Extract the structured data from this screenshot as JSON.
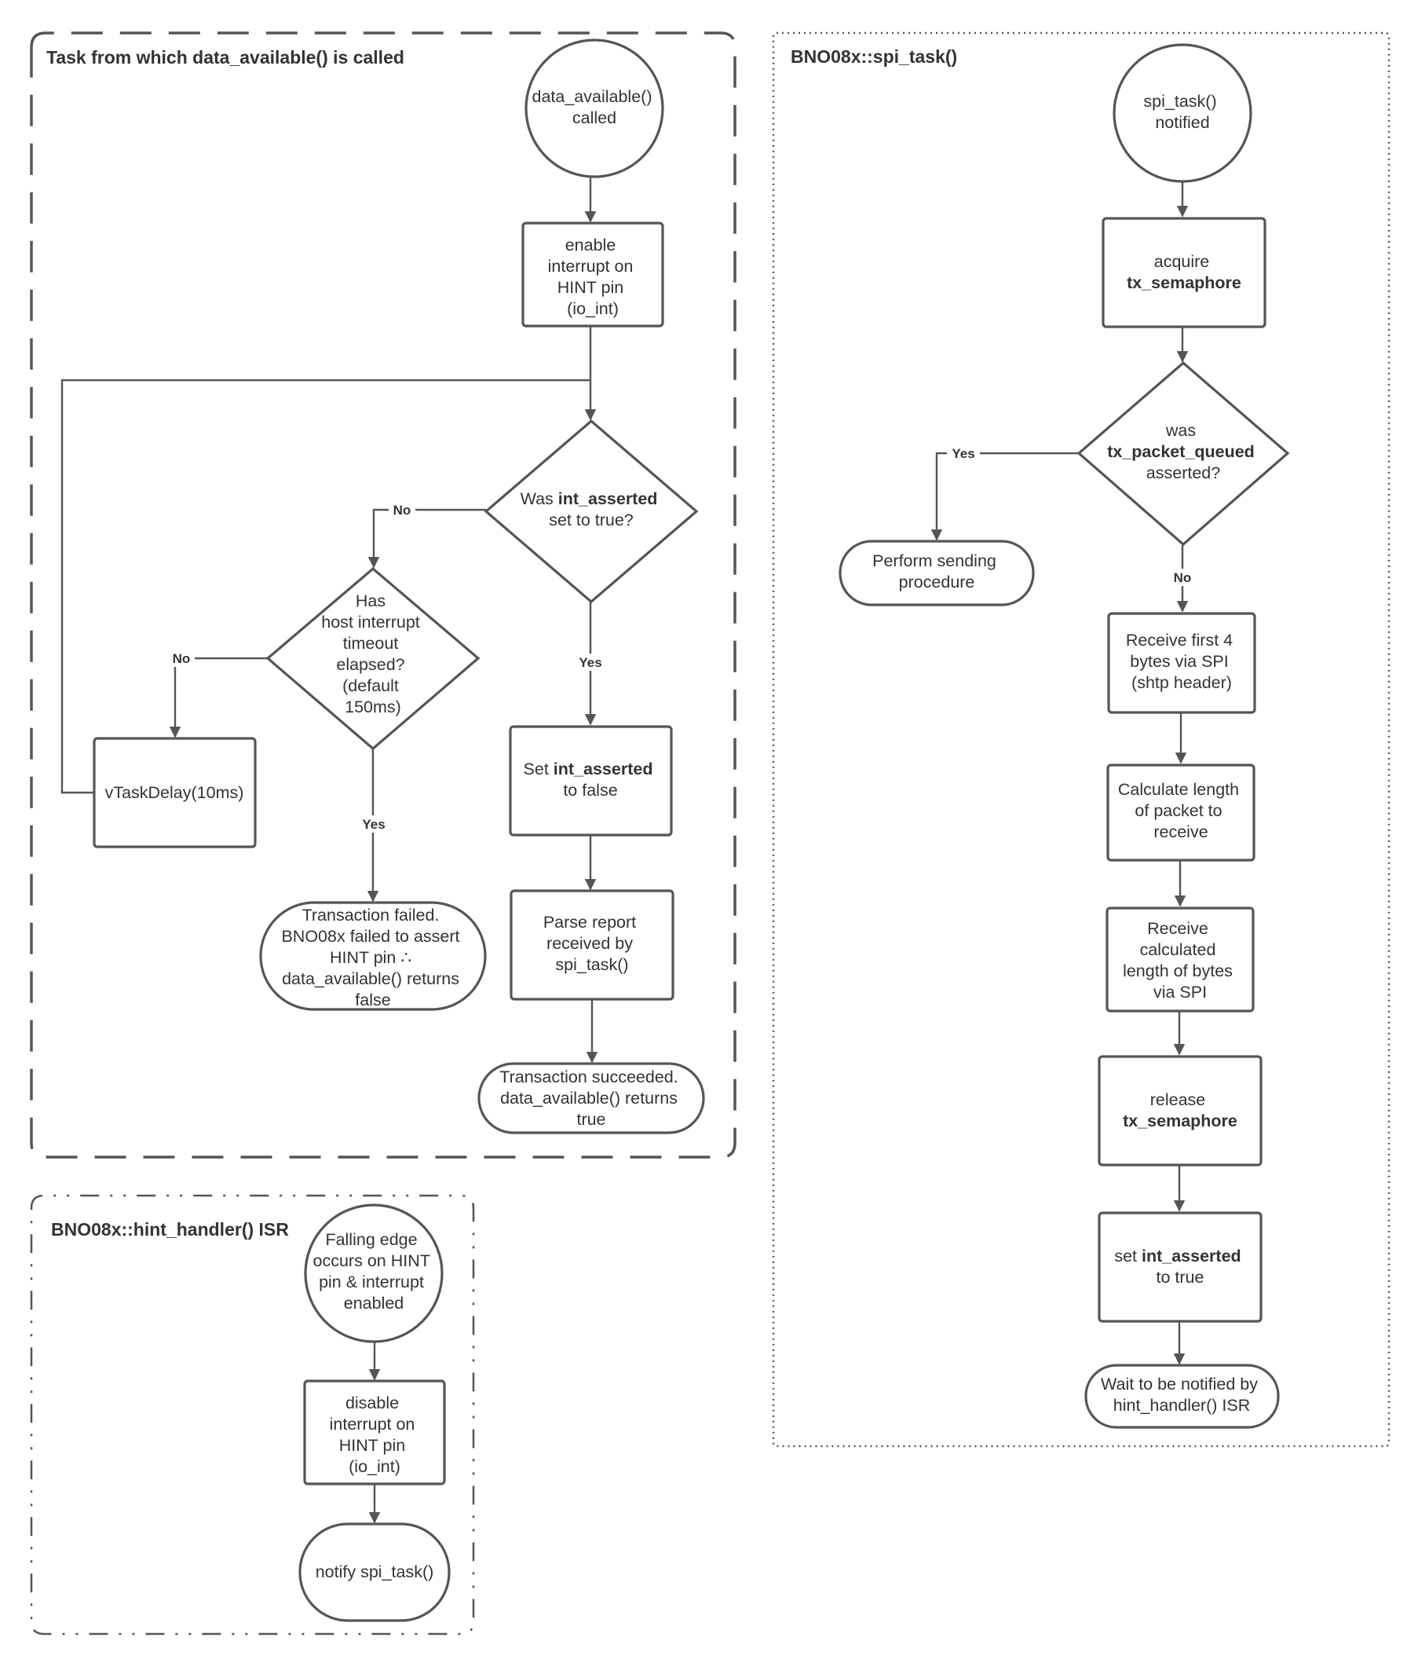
{
  "frames": {
    "data_available_task": "Task from which data_available() is called",
    "spi_task": "BNO08x::spi_task()",
    "hint_handler": "BNO08x::hint_handler() ISR"
  },
  "nodes": {
    "da_start": [
      "data_available()",
      "called"
    ],
    "da_enable_int": [
      "enable",
      "interrupt on",
      "HINT pin",
      "(io_int)"
    ],
    "da_was_asserted": {
      "line1_pre": "Was ",
      "line1_bold": "int_asserted",
      "line2": "set to true?"
    },
    "da_timeout": [
      "Has",
      "host interrupt",
      "timeout",
      "elapsed?",
      "(default",
      "150ms)"
    ],
    "da_delay": [
      "vTaskDelay(10ms)"
    ],
    "da_set_false": {
      "line1_pre": "Set ",
      "line1_bold": "int_asserted",
      "line2": "to false"
    },
    "da_parse": [
      "Parse report",
      "received by",
      "spi_task()"
    ],
    "da_failed": [
      "Transaction failed.",
      "BNO08x failed to assert",
      "HINT pin ∴",
      "data_available() returns",
      "false"
    ],
    "da_succeeded": [
      "Transaction succeeded.",
      "data_available() returns",
      "true"
    ],
    "spi_start": [
      "spi_task()",
      "notified"
    ],
    "spi_acquire": {
      "line1": "acquire",
      "line2_bold": "tx_semaphore"
    },
    "spi_queued": {
      "line1": "was",
      "line2_bold": "tx_packet_queued",
      "line3": "asserted?"
    },
    "spi_send": [
      "Perform sending",
      "procedure"
    ],
    "spi_recv_header": [
      "Receive first 4",
      "bytes via SPI",
      "(shtp header)"
    ],
    "spi_calc_len": [
      "Calculate length",
      "of packet to",
      "receive"
    ],
    "spi_recv_bytes": [
      "Receive",
      "calculated",
      "length of bytes",
      "via SPI"
    ],
    "spi_release": {
      "line1": "release",
      "line2_bold": "tx_semaphore"
    },
    "spi_set_true": {
      "line1_pre": "set ",
      "line1_bold": "int_asserted",
      "line2": "to true"
    },
    "spi_wait": [
      "Wait to be notified by",
      "hint_handler() ISR"
    ],
    "isr_start": [
      "Falling edge",
      "occurs on HINT",
      "pin & interrupt",
      "enabled"
    ],
    "isr_disable": [
      "disable",
      "interrupt on",
      "HINT pin",
      "(io_int)"
    ],
    "isr_notify": [
      "notify spi_task()"
    ]
  },
  "edge_labels": {
    "asserted_no": "No",
    "asserted_yes": "Yes",
    "timeout_no": "No",
    "timeout_yes": "Yes",
    "queued_yes": "Yes",
    "queued_no": "No"
  },
  "colors": {
    "stroke": "#555555",
    "text": "#333333",
    "background": "#ffffff"
  }
}
